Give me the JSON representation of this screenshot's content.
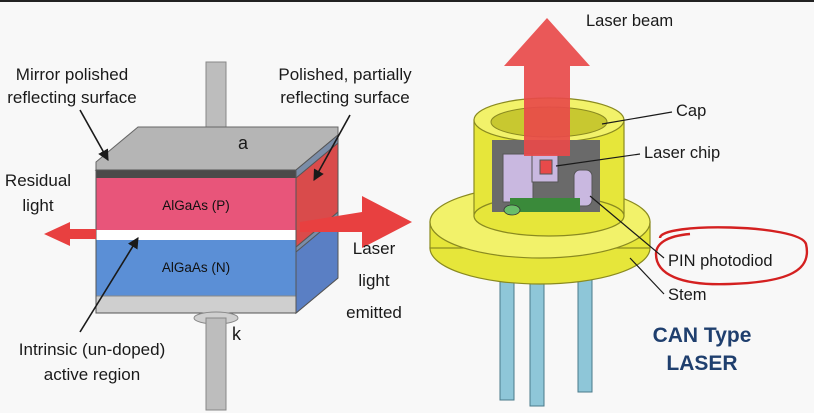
{
  "left_diagram": {
    "labels": {
      "mirror_line1": "Mirror polished",
      "mirror_line2": "reflecting surface",
      "partial_line1": "Polished, partially",
      "partial_line2": "reflecting surface",
      "residual_line1": "Residual",
      "residual_line2": "light",
      "laser_line1": "Laser",
      "laser_line2": "light",
      "laser_line3": "emitted",
      "intrinsic_line1": "Intrinsic (un-doped)",
      "intrinsic_line2": "active region",
      "terminal_a": "a",
      "terminal_k": "k"
    },
    "layers": {
      "p_layer": "AlGaAs (P)",
      "n_layer": "AlGaAs (N)"
    },
    "colors": {
      "p_layer": "#e8557a",
      "n_layer": "#5b8fd6",
      "arrow": "#e84040",
      "active_layer": "#ffffff"
    }
  },
  "right_diagram": {
    "labels": {
      "laser_beam": "Laser beam",
      "cap": "Cap",
      "laser_chip": "Laser chip",
      "pin_photodiode": "PIN photodiod",
      "stem": "Stem"
    },
    "title_line1": "CAN Type",
    "title_line2": "LASER",
    "colors": {
      "can_body": "#e6e63a",
      "beam": "#e84a4a",
      "pins": "#8ec6d8",
      "highlight_ring": "#d42020",
      "title": "#1f3f6e"
    }
  }
}
